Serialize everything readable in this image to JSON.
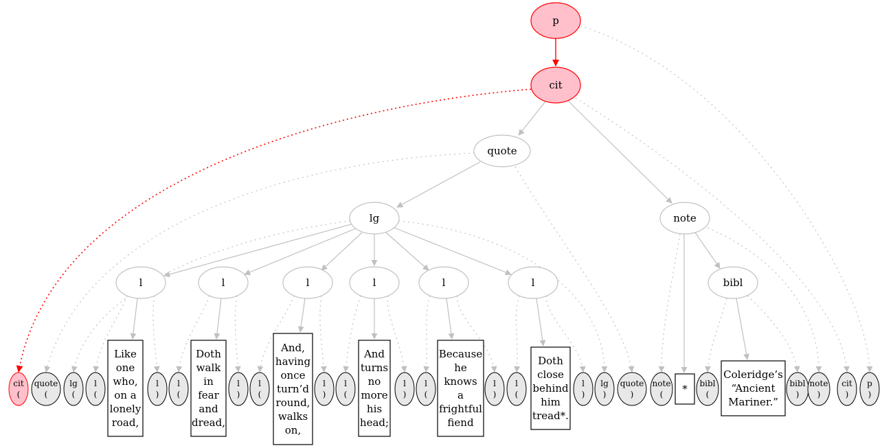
{
  "nodes": {
    "p": "p",
    "cit": "cit",
    "quote": "quote",
    "lg": "lg",
    "note": "note",
    "bibl": "bibl",
    "l1": "l",
    "l2": "l",
    "l3": "l",
    "l4": "l",
    "l5": "l",
    "l6": "l"
  },
  "tokens": [
    {
      "name": "cit",
      "mark": "("
    },
    {
      "name": "quote",
      "mark": "("
    },
    {
      "name": "lg",
      "mark": "("
    },
    {
      "name": "l",
      "mark": "("
    },
    {
      "name": "l",
      "mark": ")"
    },
    {
      "name": "l",
      "mark": "("
    },
    {
      "name": "l",
      "mark": ")"
    },
    {
      "name": "l",
      "mark": "("
    },
    {
      "name": "l",
      "mark": ")"
    },
    {
      "name": "l",
      "mark": "("
    },
    {
      "name": "l",
      "mark": ")"
    },
    {
      "name": "l",
      "mark": "("
    },
    {
      "name": "l",
      "mark": ")"
    },
    {
      "name": "l",
      "mark": "("
    },
    {
      "name": "l",
      "mark": ")"
    },
    {
      "name": "lg",
      "mark": ")"
    },
    {
      "name": "quote",
      "mark": ")"
    },
    {
      "name": "note",
      "mark": "("
    },
    {
      "name": "bibl",
      "mark": "("
    },
    {
      "name": "bibl",
      "mark": ")"
    },
    {
      "name": "note",
      "mark": ")"
    },
    {
      "name": "cit",
      "mark": ")"
    },
    {
      "name": "p",
      "mark": ")"
    }
  ],
  "texts": [
    [
      "Like",
      "one",
      "who,",
      "on a",
      "lonely",
      "road,"
    ],
    [
      "Doth",
      "walk",
      "in",
      "fear",
      "and",
      "dread,"
    ],
    [
      "And,",
      "having",
      "once",
      "turn’d",
      "round,",
      "walks",
      "on,"
    ],
    [
      "And",
      "turns",
      "no",
      "more",
      "his",
      "head;"
    ],
    [
      "Because",
      "he",
      "knows",
      "a",
      "frightful",
      "fiend"
    ],
    [
      "Doth",
      "close",
      "behind",
      "him",
      "tread*."
    ],
    [
      "*"
    ],
    [
      "Coleridge’s",
      "“Ancient",
      "Mariner.”"
    ]
  ],
  "colors": {
    "highlight_fill": "#ffc0cb",
    "highlight_stroke": "#ff0000",
    "node_stroke": "#c0c0c0",
    "token_fill": "#e8e8e8",
    "edge": "#c0c0c0"
  }
}
